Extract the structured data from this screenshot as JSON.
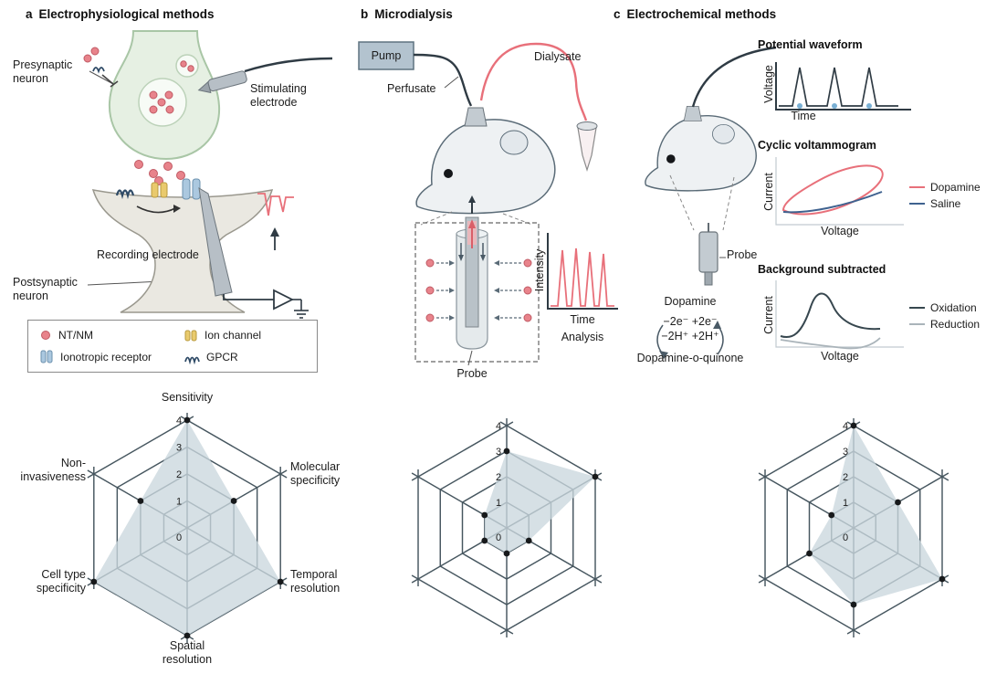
{
  "figure": {
    "background": "#ffffff",
    "accent_red": "#e8707a",
    "accent_blue": "#3f628f",
    "web_color": "#46565f",
    "radar_fill": "#cbd7de"
  },
  "panel_a": {
    "letter": "a",
    "title": "Electrophysiological methods",
    "label_presynaptic": "Presynaptic\nneuron",
    "label_stimulating": "Stimulating\nelectrode",
    "label_recording": "Recording electrode",
    "label_postsynaptic": "Postsynaptic\nneuron",
    "legend": [
      "NT/NM",
      "Ion channel",
      "Ionotropic receptor",
      "GPCR"
    ]
  },
  "panel_b": {
    "letter": "b",
    "title": "Microdialysis",
    "label_pump": "Pump",
    "label_perfusate": "Perfusate",
    "label_dialysate": "Dialysate",
    "label_probe": "Probe",
    "label_intensity": "Intensity",
    "label_time": "Time",
    "label_analysis": "Analysis"
  },
  "panel_c": {
    "letter": "c",
    "title": "Electrochemical methods",
    "label_probe": "Probe",
    "label_dopamine": "Dopamine",
    "label_electrons": "−2e⁻ +2e⁻",
    "label_protons": "−2H⁺ +2H⁺",
    "label_quinone": "Dopamine-o-quinone",
    "plot1_title": "Potential waveform",
    "plot1_ylabel": "Voltage",
    "plot1_xlabel": "Time",
    "plot2_title": "Cyclic voltammogram",
    "plot2_ylabel": "Current",
    "plot2_xlabel": "Voltage",
    "plot2_legend": [
      "Dopamine",
      "Saline"
    ],
    "plot3_title": "Background subtracted",
    "plot3_ylabel": "Current",
    "plot3_xlabel": "Voltage",
    "plot3_legend": [
      "Oxidation",
      "Reduction"
    ]
  },
  "chart_data": [
    {
      "type": "radar",
      "method": "Electrophysiological methods",
      "axes": [
        "Sensitivity",
        "Molecular specificity",
        "Temporal resolution",
        "Spatial resolution",
        "Cell type specificity",
        "Non-invasiveness"
      ],
      "axis_labels_display": [
        "Sensitivity",
        "Molecular\nspecificity",
        "Temporal\nresolution",
        "Spatial\nresolution",
        "Cell type\nspecificity",
        "Non-\ninvasiveness"
      ],
      "values": [
        4,
        2,
        4,
        4,
        4,
        2
      ],
      "scale_min": 0,
      "scale_max": 4,
      "ticks": [
        4,
        3,
        2,
        1,
        0
      ],
      "grid": "hexagonal-web",
      "show_axis_labels": true
    },
    {
      "type": "radar",
      "method": "Microdialysis",
      "axes": [
        "Sensitivity",
        "Molecular specificity",
        "Temporal resolution",
        "Spatial resolution",
        "Cell type specificity",
        "Non-invasiveness"
      ],
      "values": [
        3,
        4,
        1,
        1,
        1,
        1
      ],
      "scale_min": 0,
      "scale_max": 4,
      "ticks": [
        4,
        3,
        2,
        1,
        0
      ],
      "grid": "hexagonal-web",
      "show_axis_labels": false
    },
    {
      "type": "radar",
      "method": "Electrochemical methods",
      "axes": [
        "Sensitivity",
        "Molecular specificity",
        "Temporal resolution",
        "Spatial resolution",
        "Cell type specificity",
        "Non-invasiveness"
      ],
      "values": [
        4,
        2,
        4,
        3,
        2,
        1
      ],
      "scale_min": 0,
      "scale_max": 4,
      "ticks": [
        4,
        3,
        2,
        1,
        0
      ],
      "grid": "hexagonal-web",
      "show_axis_labels": false
    }
  ]
}
